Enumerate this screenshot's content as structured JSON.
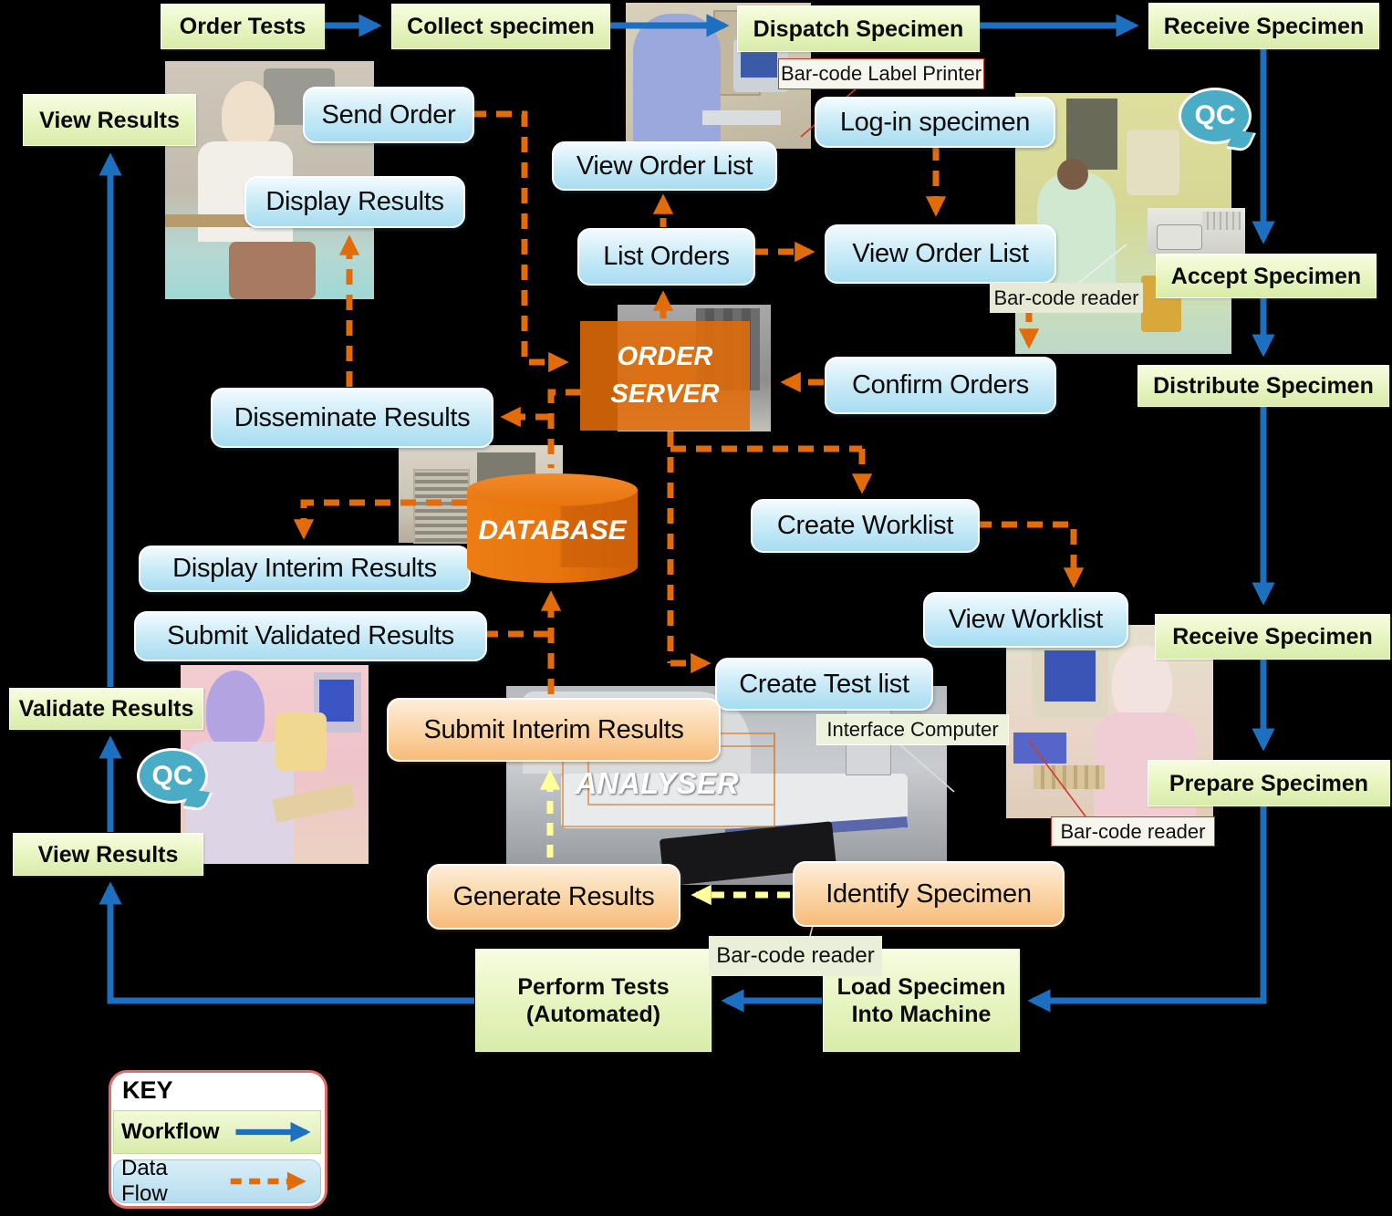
{
  "workflow_steps": {
    "order_tests": {
      "label": "Order Tests"
    },
    "collect_specimen": {
      "label": "Collect specimen"
    },
    "dispatch_specimen": {
      "label": "Dispatch Specimen"
    },
    "receive_specimen_top": {
      "label": "Receive Specimen"
    },
    "accept_specimen": {
      "label": "Accept Specimen"
    },
    "distribute_specimen": {
      "label": "Distribute Specimen"
    },
    "receive_specimen_lab": {
      "label": "Receive Specimen"
    },
    "prepare_specimen": {
      "label": "Prepare Specimen"
    },
    "load_specimen": {
      "label": "Load Specimen Into Machine"
    },
    "perform_tests": {
      "label": "Perform Tests (Automated)"
    },
    "view_results_top": {
      "label": "View Results"
    },
    "validate_results": {
      "label": "Validate Results"
    },
    "view_results_lab": {
      "label": "View Results"
    }
  },
  "lis_tasks": {
    "send_order": {
      "label": "Send Order"
    },
    "display_results": {
      "label": "Display Results"
    },
    "view_order_list_clinic": {
      "label": "View Order List"
    },
    "list_orders": {
      "label": "List Orders"
    },
    "log_in_specimen": {
      "label": "Log-in specimen"
    },
    "view_order_list_lab": {
      "label": "View Order List"
    },
    "confirm_orders": {
      "label": "Confirm Orders"
    },
    "disseminate_results": {
      "label": "Disseminate Results"
    },
    "display_interim_results": {
      "label": "Display Interim Results"
    },
    "submit_validated_results": {
      "label": "Submit Validated Results"
    },
    "create_worklist": {
      "label": "Create Worklist"
    },
    "view_worklist": {
      "label": "View Worklist"
    },
    "create_test_list": {
      "label": "Create Test list"
    }
  },
  "analyser_tasks": {
    "submit_interim_results": {
      "label": "Submit Interim Results"
    },
    "generate_results": {
      "label": "Generate Results"
    },
    "identify_specimen": {
      "label": "Identify Specimen"
    }
  },
  "infrastructure": {
    "order_server": {
      "label": "ORDER SERVER"
    },
    "database": {
      "label": "DATABASE"
    },
    "analyser": {
      "label": "ANALYSER"
    }
  },
  "equipment_labels": {
    "barcode_label_printer": {
      "label": "Bar-code Label Printer"
    },
    "barcode_reader_accept": {
      "label": "Bar-code reader"
    },
    "interface_computer": {
      "label": "Interface Computer"
    },
    "barcode_reader_analyser": {
      "label": "Bar-code reader"
    },
    "barcode_reader_prepare": {
      "label": "Bar-code reader"
    }
  },
  "qc_badge": {
    "label": "QC"
  },
  "legend": {
    "title": "KEY",
    "items": [
      {
        "label": "Workflow",
        "style": "solid-blue-arrow"
      },
      {
        "label": "Data Flow",
        "style": "dashed-orange-arrow"
      }
    ]
  },
  "colors": {
    "workflow_arrow": "#1D6FC0",
    "data_flow_arrow": "#E36C0A",
    "analyser_flow_arrow": "#FFFF99",
    "database_fill": "#E36C0A",
    "qc_fill": "#4BACC6",
    "green_node": "#d8ecaa",
    "blue_node": "#a7dcf1",
    "orange_node": "#f7bb7c",
    "background": "#000000"
  }
}
